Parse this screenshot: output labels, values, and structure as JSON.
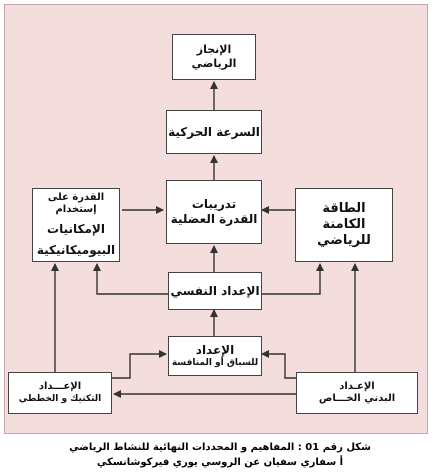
{
  "boxes": {
    "achievement": [
      "الإنجاز الرياضي"
    ],
    "speed": [
      "السرعة الحركية"
    ],
    "training": [
      "تدريبات",
      "القدرة العضلية"
    ],
    "ability": [
      "القدرة على إستخدام",
      "الإمكانيات",
      "البيوميكانيكية"
    ],
    "energy": [
      "الطاقة",
      "الكامنة للرياضي"
    ],
    "psych": [
      "الإعداد النفسي"
    ],
    "competition": [
      "الإعداد",
      "للسباق أو المنافسة"
    ],
    "technique": [
      "الإعـــداد",
      "التكنيك و الخططي"
    ],
    "physical": [
      "الإعـداد",
      "البدني الخـــاص"
    ]
  },
  "caption": {
    "line1": "شكل رقم 01 : المفاهيم و المحددات النهائية للنشاط الرياضي",
    "line2": "أ سفاري سفيان عن الروسي يوري فيركوشانسكي"
  },
  "colors": {
    "background": "#f3dddd",
    "border": "#444444"
  }
}
